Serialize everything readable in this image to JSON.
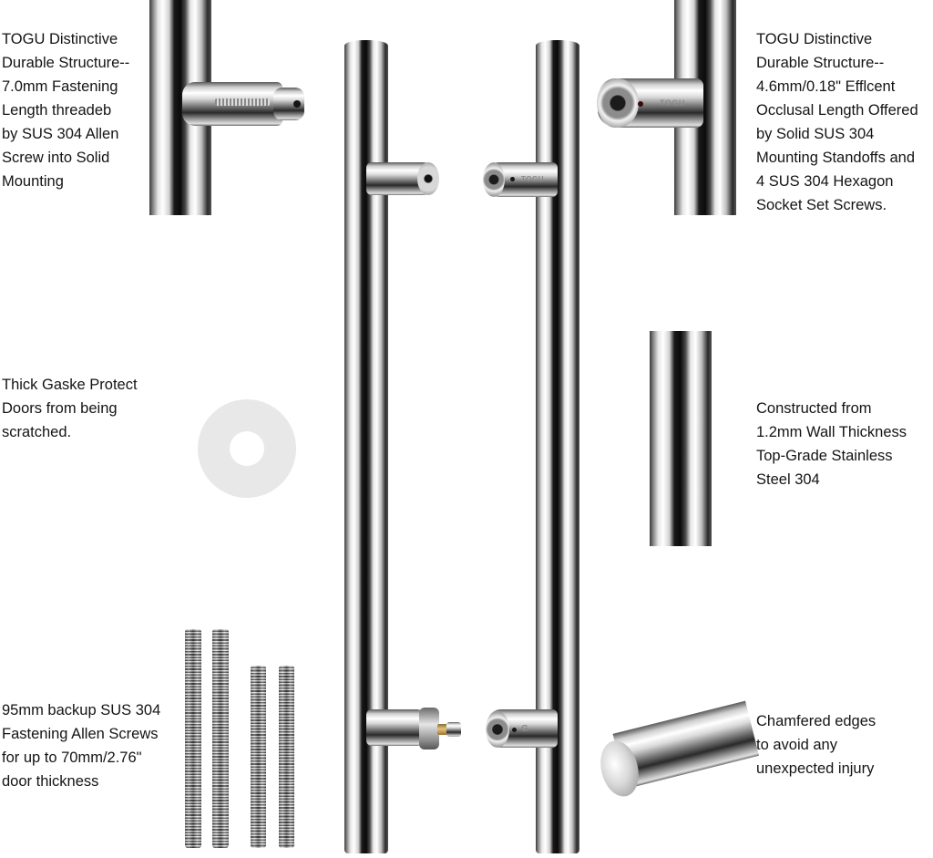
{
  "product": {
    "brand": "TOGU",
    "logo_text": "TOGU"
  },
  "captions": {
    "top_left": {
      "lines": [
        "TOGU Distinctive",
        "Durable Structure--",
        "7.0mm Fastening",
        "Length threadeb",
        "by SUS 304 Allen",
        "Screw into Solid",
        "Mounting"
      ]
    },
    "top_right": {
      "lines": [
        "TOGU Distinctive",
        "Durable Structure--",
        "4.6mm/0.18\" Efflcent",
        "Occlusal Length Offered",
        "by Solid SUS 304",
        "Mounting Standoffs and",
        "4 SUS 304 Hexagon",
        "Socket Set Screws."
      ]
    },
    "mid_left": {
      "lines": [
        "Thick Gaske Protect",
        "Doors from being",
        "scratched."
      ]
    },
    "mid_right": {
      "lines": [
        "Constructed from",
        "1.2mm Wall Thickness",
        "Top-Grade Stainless",
        "Steel 304"
      ]
    },
    "bottom_left": {
      "lines": [
        "95mm backup SUS 304",
        "Fastening Allen Screws",
        "for up to 70mm/2.76\"",
        "door thickness"
      ]
    },
    "bottom_right": {
      "lines": [
        "Chamfered edges",
        "to avoid any",
        "unexpected injury"
      ]
    }
  },
  "colors": {
    "background": "#ffffff",
    "text": "#141414",
    "gasket": "#e8e8e8",
    "chrome_dark": "#0a0a0a",
    "chrome_light": "#ffffff",
    "brass": "#e3c37a"
  }
}
